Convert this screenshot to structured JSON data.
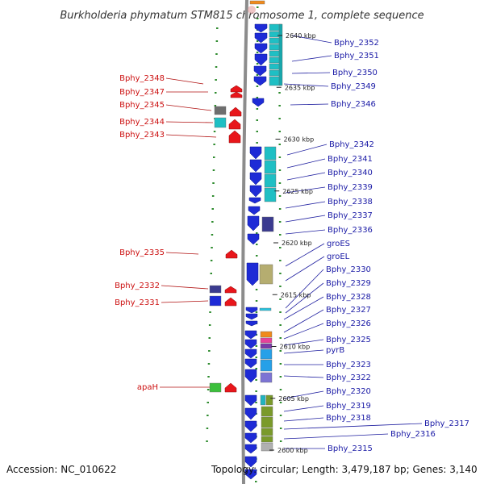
{
  "title": "Burkholderia phymatum STM815 chromosome 1, complete sequence",
  "footer": {
    "accession": "Accession: NC_010622",
    "summary": "Topology: circular; Length: 3,479,187 bp; Genes: 3,140"
  },
  "colors": {
    "forward_cds": "#1e2bd6",
    "reverse_cds": "#e8161b",
    "backbone": "#8c8c8c",
    "marker_tick": "#2e8b2e",
    "label_right": "#1a1aa6",
    "label_left": "#cc1111"
  },
  "scale_ticks": [
    {
      "label": "2640 kbp",
      "kbp": 2640
    },
    {
      "label": "2635 kbp",
      "kbp": 2635
    },
    {
      "label": "2630 kbp",
      "kbp": 2630
    },
    {
      "label": "2625 kbp",
      "kbp": 2625
    },
    {
      "label": "2620 kbp",
      "kbp": 2620
    },
    {
      "label": "2615 kbp",
      "kbp": 2615
    },
    {
      "label": "2610 kbp",
      "kbp": 2610
    },
    {
      "label": "2605 kbp",
      "kbp": 2605
    },
    {
      "label": "2600 kbp",
      "kbp": 2600
    }
  ],
  "right_labels": [
    "Bphy_2352",
    "Bphy_2351",
    "Bphy_2350",
    "Bphy_2349",
    "Bphy_2346",
    "Bphy_2342",
    "Bphy_2341",
    "Bphy_2340",
    "Bphy_2339",
    "Bphy_2338",
    "Bphy_2337",
    "Bphy_2336",
    "groES",
    "groEL",
    "Bphy_2330",
    "Bphy_2329",
    "Bphy_2328",
    "Bphy_2327",
    "Bphy_2326",
    "Bphy_2325",
    "pyrB",
    "Bphy_2323",
    "Bphy_2322",
    "Bphy_2320",
    "Bphy_2319",
    "Bphy_2318",
    "Bphy_2317",
    "Bphy_2316",
    "Bphy_2315"
  ],
  "left_labels": [
    "Bphy_2348",
    "Bphy_2347",
    "Bphy_2345",
    "Bphy_2344",
    "Bphy_2343",
    "Bphy_2335",
    "Bphy_2332",
    "Bphy_2331",
    "apaH"
  ]
}
